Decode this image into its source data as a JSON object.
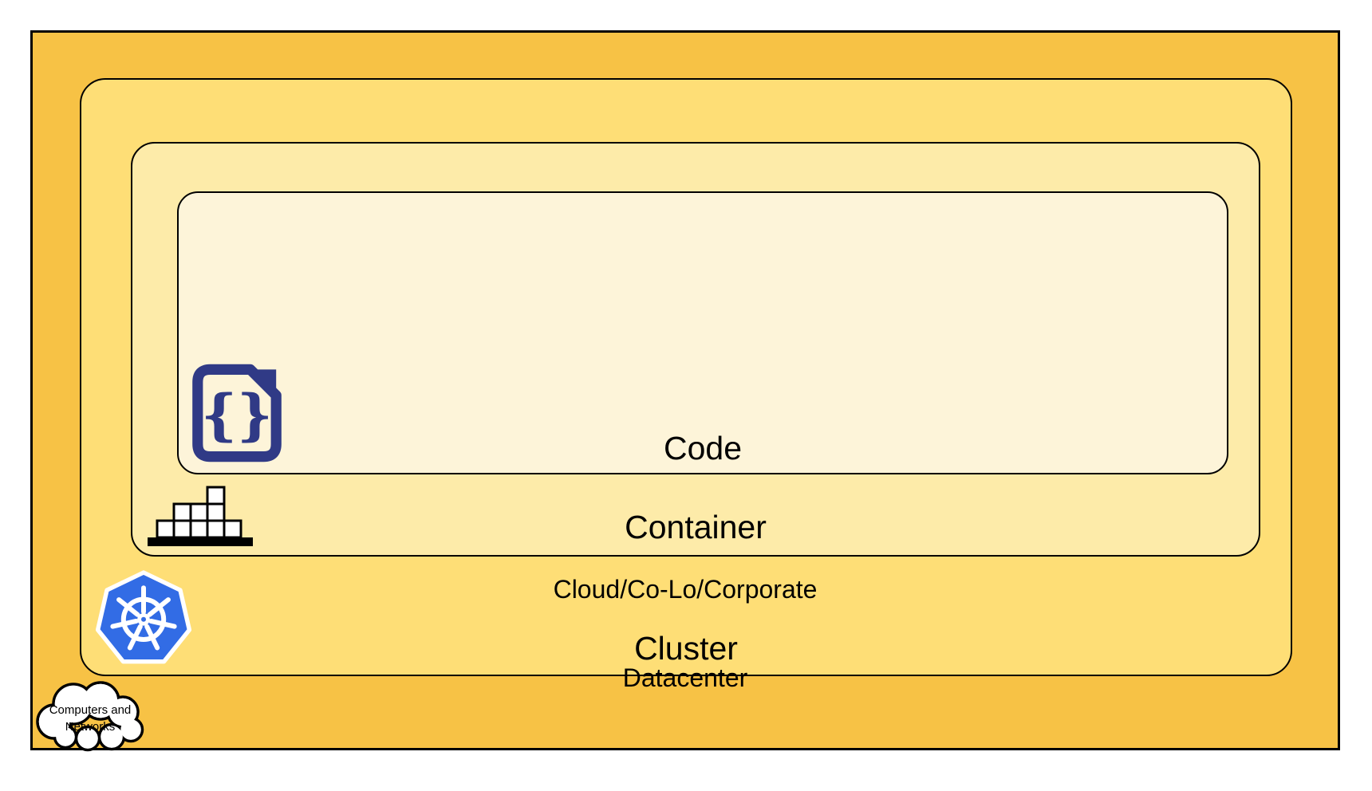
{
  "layers": {
    "code": {
      "label": "Code"
    },
    "container": {
      "label": "Container"
    },
    "cluster": {
      "label": "Cluster"
    },
    "datacenter": {
      "label_line1": "Cloud/Co-Lo/Corporate",
      "label_line2": "Datacenter"
    }
  },
  "cloud": {
    "label_line1": "Computers and",
    "label_line2": "Networks"
  },
  "icons": {
    "code": "code-file-icon",
    "code_glyph": "{}",
    "container": "container-blocks-icon",
    "cluster": "kubernetes-icon",
    "datacenter": "computers-networks-cloud-icon"
  },
  "colors": {
    "datacenter_fill": "#F7C245",
    "cluster_fill": "#FEDE76",
    "container_fill": "#FDEBA9",
    "code_fill": "#FDF4D9",
    "border": "#000000",
    "code_icon_navy": "#303A86",
    "kubernetes_blue": "#326CE5",
    "icon_white": "#FFFFFF",
    "text": "#000000"
  }
}
